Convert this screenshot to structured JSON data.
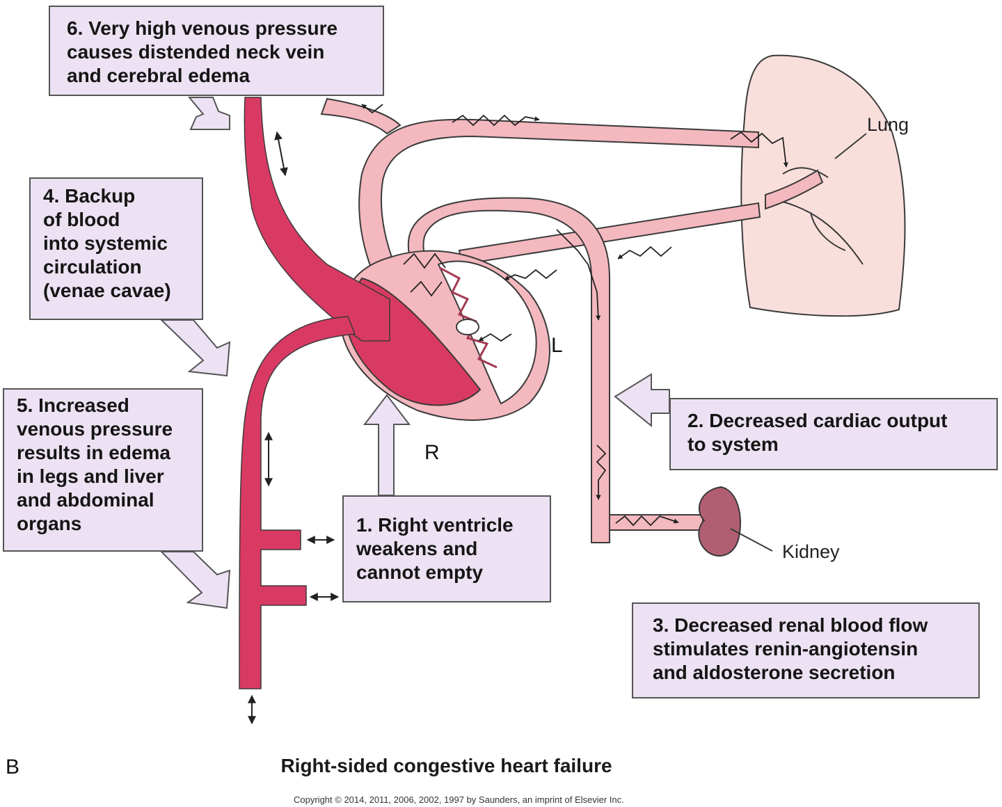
{
  "boxes": {
    "b6": "6. Very high venous pressure\ncauses distended neck vein\nand cerebral edema",
    "b4": "4. Backup\nof blood\ninto systemic\ncirculation\n(venae  cavae)",
    "b5": "5. Increased\nvenous pressure\nresults in edema\nin legs and liver\nand abdominal\norgans",
    "b1": "1. Right ventricle\nweakens and\ncannot empty",
    "b2": "2. Decreased cardiac output\nto system",
    "b3": "3. Decreased renal blood flow\nstimulates renin-angiotensin\nand aldosterone secretion"
  },
  "labels": {
    "lung": "Lung",
    "kidney": "Kidney",
    "left": "L",
    "right": "R"
  },
  "panel_letter": "B",
  "title": "Right-sided congestive heart failure",
  "copyright": "Copyright © 2014, 2011, 2006, 2002, 1997 by Saunders, an imprint of Elsevier Inc.",
  "colors": {
    "vein": "#d93a63",
    "artery": "#f4b8bf",
    "outline": "#3a3a3a",
    "lung": "#f9dfdc",
    "kidney": "#b15e73",
    "box": "#ece2f3"
  }
}
